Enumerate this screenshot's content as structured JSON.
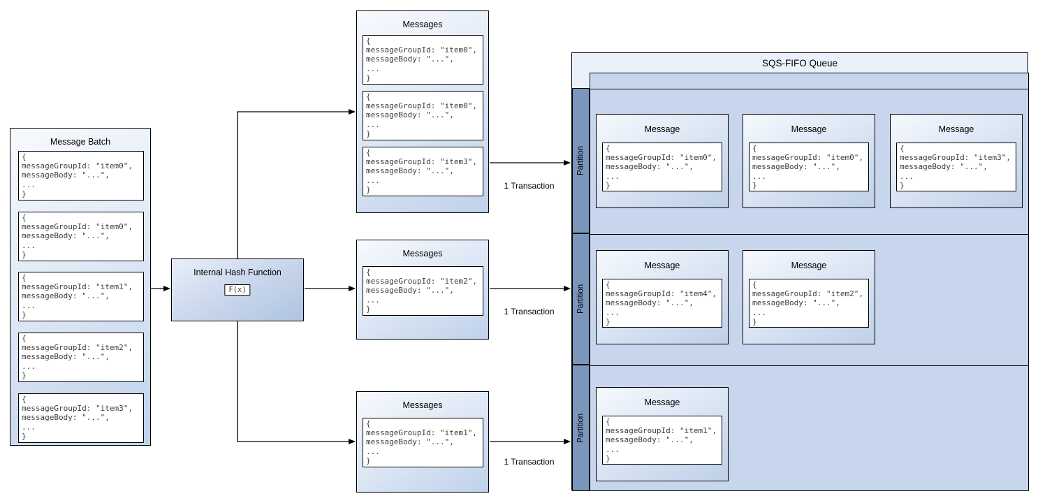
{
  "batch": {
    "title": "Message Batch",
    "cards": [
      {
        "code": "{\nmessageGroupId: \"item0\",\nmessageBody: \"...\",\n...\n}"
      },
      {
        "code": "{\nmessageGroupId: \"item0\",\nmessageBody: \"...\",\n...\n}"
      },
      {
        "code": "{\nmessageGroupId: \"item1\",\nmessageBody: \"...\",\n...\n}"
      },
      {
        "code": "{\nmessageGroupId: \"item2\",\nmessageBody: \"...\",\n...\n}"
      },
      {
        "code": "{\nmessageGroupId: \"item3\",\nmessageBody: \"...\",\n...\n}"
      }
    ]
  },
  "hash": {
    "title": "Internal Hash Function",
    "formula": "F(x)"
  },
  "sets": [
    {
      "title": "Messages",
      "cards": [
        {
          "code": "{\nmessageGroupId: \"item0\",\nmessageBody: \"...\",\n...\n}"
        },
        {
          "code": "{\nmessageGroupId: \"item0\",\nmessageBody: \"...\",\n...\n}"
        },
        {
          "code": "{\nmessageGroupId: \"item3\",\nmessageBody: \"...\",\n...\n}"
        }
      ]
    },
    {
      "title": "Messages",
      "cards": [
        {
          "code": "{\nmessageGroupId: \"item2\",\nmessageBody: \"...\",\n...\n}"
        }
      ]
    },
    {
      "title": "Messages",
      "cards": [
        {
          "code": "{\nmessageGroupId: \"item1\",\nmessageBody: \"...\",\n...\n}"
        }
      ]
    }
  ],
  "transaction_label": "1 Transaction",
  "queue": {
    "title": "SQS-FIFO Queue",
    "partitions": [
      {
        "label": "Partition",
        "cards": [
          {
            "title": "Message",
            "code": "{\nmessageGroupId: \"item0\",\nmessageBody: \"...\",\n...\n}"
          },
          {
            "title": "Message",
            "code": "{\nmessageGroupId: \"item0\",\nmessageBody: \"...\",\n...\n}"
          },
          {
            "title": "Message",
            "code": "{\nmessageGroupId: \"item3\",\nmessageBody: \"...\",\n...\n}"
          }
        ]
      },
      {
        "label": "Partition",
        "cards": [
          {
            "title": "Message",
            "code": "{\nmessageGroupId: \"item4\",\nmessageBody: \"...\",\n...\n}"
          },
          {
            "title": "Message",
            "code": "{\nmessageGroupId: \"item2\",\nmessageBody: \"...\",\n...\n}"
          }
        ]
      },
      {
        "label": "Partition",
        "cards": [
          {
            "title": "Message",
            "code": "{\nmessageGroupId: \"item1\",\nmessageBody: \"...\",\n...\n}"
          }
        ]
      }
    ]
  }
}
